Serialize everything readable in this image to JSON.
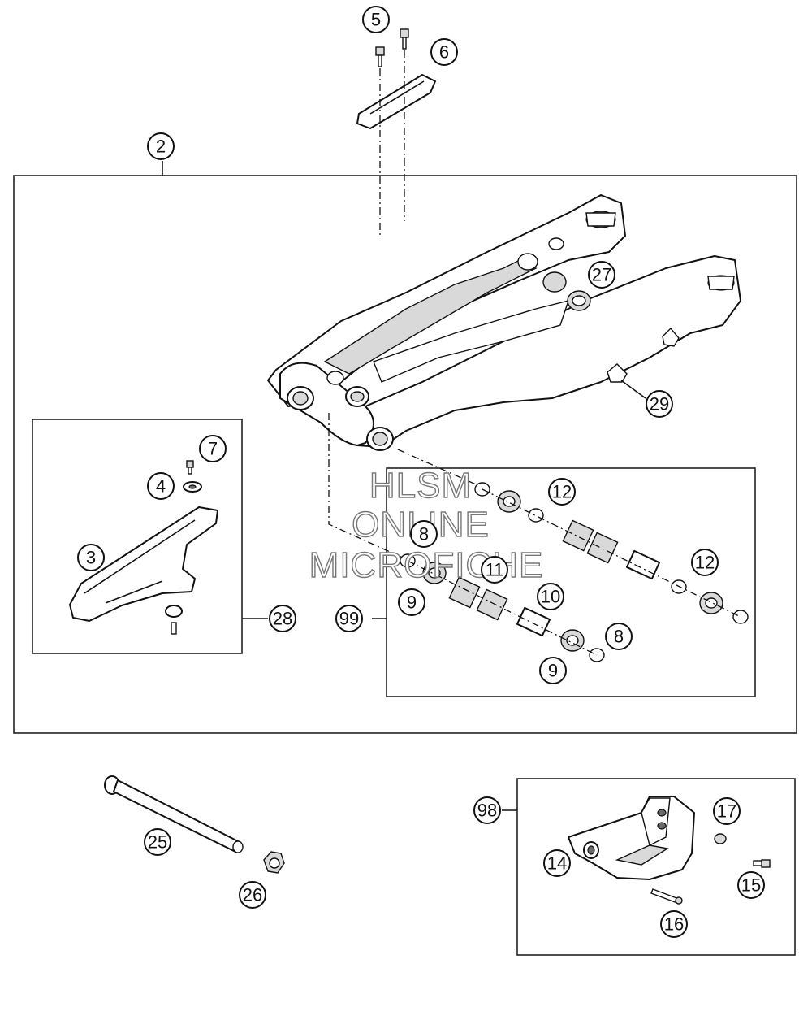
{
  "watermark": [
    "HLSM",
    "ONLINE",
    "MICROFICHE"
  ],
  "callouts": {
    "c2": "2",
    "c3": "3",
    "c4": "4",
    "c5": "5",
    "c6": "6",
    "c7": "7",
    "c8a": "8",
    "c8b": "8",
    "c9a": "9",
    "c9b": "9",
    "c10": "10",
    "c11": "11",
    "c12a": "12",
    "c12b": "12",
    "c14": "14",
    "c15": "15",
    "c16": "16",
    "c17": "17",
    "c25": "25",
    "c26": "26",
    "c27": "27",
    "c28": "28",
    "c29": "29",
    "c98": "98",
    "c99": "99"
  }
}
